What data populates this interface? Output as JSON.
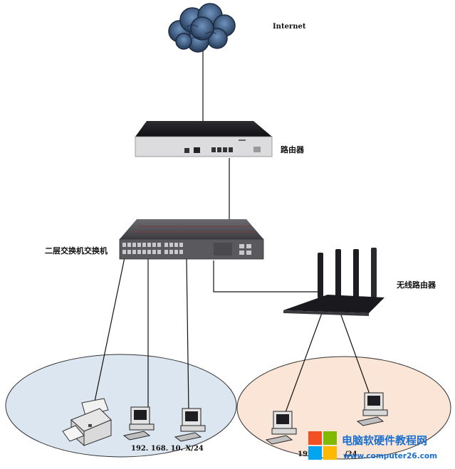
{
  "labels": {
    "internet": "Internet",
    "router": "路由器",
    "switch": "二层交换机交换机",
    "wireless_router": "无线路由器",
    "subnet": "192. 168. 10. X/24",
    "subnet2_left": "192",
    "subnet2_right": "/24"
  },
  "watermark": {
    "title": "电脑软硬件教程网",
    "url": "www.computer26.com"
  },
  "colors": {
    "line": "#111111",
    "lan_ellipse": "#dce6f0",
    "wifi_ellipse": "#fbe5d6",
    "cloud": "#3d5f8a",
    "device_dark": "#1e1e22",
    "watermark_title": "#1a6fcf",
    "watermark_url": "#1a6fcf"
  },
  "icons": {
    "cloud": "cloud-icon",
    "router": "router-icon",
    "switch": "switch-icon",
    "wireless_router": "wireless-router-icon",
    "printer": "printer-icon",
    "computer": "computer-icon",
    "logo": "windows-logo-icon"
  }
}
